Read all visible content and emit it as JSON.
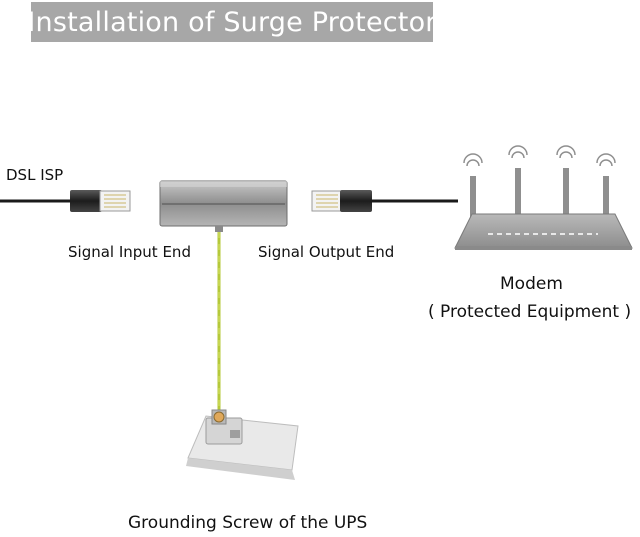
{
  "title": "Installation of Surge Protector",
  "labels": {
    "isp": "DSL ISP",
    "input": "Signal Input End",
    "output": "Signal Output End",
    "modem": "Modem",
    "protected": "( Protected Equipment )",
    "ground": "Grounding Screw of the UPS"
  },
  "colors": {
    "title_bg": "#a7a7a7",
    "ground_wire": "#b5c93a",
    "cable": "#1a1a1a",
    "router": "#9c9c9c"
  },
  "icons": [
    "rj45-plug-icon",
    "surge-protector-icon",
    "router-icon",
    "ups-grounding-screw-icon",
    "wifi-signal-icon"
  ]
}
